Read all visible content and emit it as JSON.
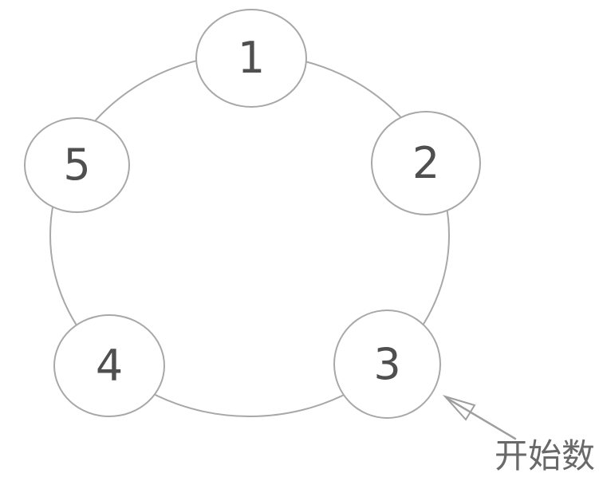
{
  "diagram": {
    "description": "Five circles numbered 1-5 arranged in a ring; an arrow points to circle 3",
    "nodes": [
      {
        "label": "1"
      },
      {
        "label": "2"
      },
      {
        "label": "3"
      },
      {
        "label": "4"
      },
      {
        "label": "5"
      }
    ],
    "annotation": {
      "label": "开始数",
      "target_node": "3"
    },
    "colors": {
      "outline": "#a8a8a8",
      "node_text": "#4f4f4f",
      "annotation_text": "#696969",
      "arrow": "#9e9e9e",
      "bg": "#ffffff"
    }
  }
}
